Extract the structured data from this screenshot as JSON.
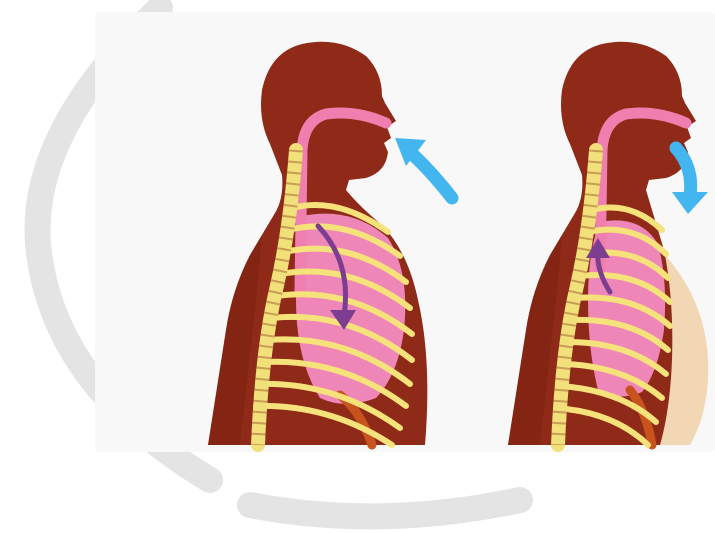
{
  "colors": {
    "background": "#ffffff",
    "watermark": "#e4e4e4",
    "panel": "#f8f8f8",
    "body": "#8e2a17",
    "body_shadow": "#7a1f10",
    "airway": "#ef7fae",
    "lung": "#ee86b7",
    "spine": "#f2e07a",
    "ribs": "#f6e27b",
    "arrow_air": "#43b6ef",
    "arrow_inner": "#7d3d90",
    "belly": "#f1d7b4",
    "diaphragm": "#c9531c"
  },
  "figures": [
    {
      "phase": "inhalation",
      "air_arrow": "arrow-up-into-nose",
      "inner_arrow": "arrow-down-into-lungs",
      "belly_visible": false
    },
    {
      "phase": "exhalation",
      "air_arrow": "arrow-down-out-of-nose",
      "inner_arrow": "arrow-up-out-of-lungs",
      "belly_visible": true
    }
  ]
}
